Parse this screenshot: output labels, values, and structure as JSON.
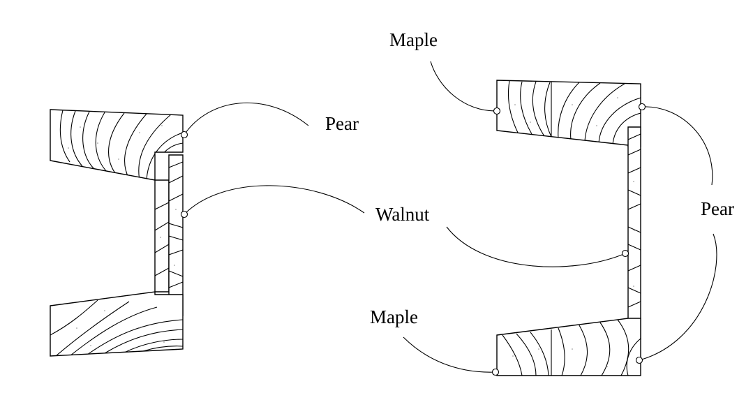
{
  "labels": {
    "pear_left": "Pear",
    "walnut": "Walnut",
    "maple_top": "Maple",
    "maple_bottom": "Maple",
    "pear_right": "Pear"
  }
}
